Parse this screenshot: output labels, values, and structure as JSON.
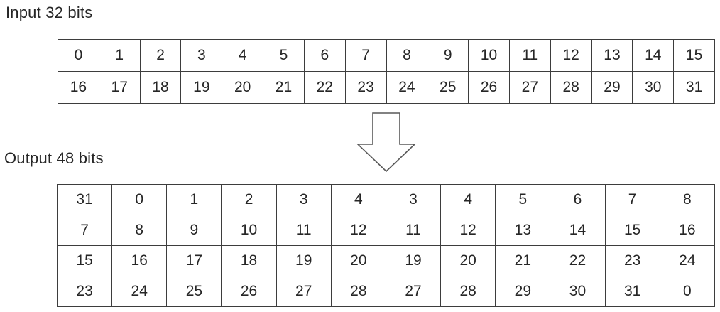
{
  "page": {
    "background_color": "#ffffff",
    "text_color": "#262626",
    "table_border_color": "#3d3d3d",
    "arrow_outline_color": "#595959",
    "arrow_fill_color": "#ffffff"
  },
  "input_section": {
    "title": "Input 32 bits",
    "table": {
      "columns": 16,
      "rows": [
        [
          0,
          1,
          2,
          3,
          4,
          5,
          6,
          7,
          8,
          9,
          10,
          11,
          12,
          13,
          14,
          15
        ],
        [
          16,
          17,
          18,
          19,
          20,
          21,
          22,
          23,
          24,
          25,
          26,
          27,
          28,
          29,
          30,
          31
        ]
      ]
    }
  },
  "arrow": {
    "direction": "down"
  },
  "output_section": {
    "title": "Output 48 bits",
    "table": {
      "columns": 12,
      "rows": [
        [
          31,
          0,
          1,
          2,
          3,
          4,
          3,
          4,
          5,
          6,
          7,
          8
        ],
        [
          7,
          8,
          9,
          10,
          11,
          12,
          11,
          12,
          13,
          14,
          15,
          16
        ],
        [
          15,
          16,
          17,
          18,
          19,
          20,
          19,
          20,
          21,
          22,
          23,
          24
        ],
        [
          23,
          24,
          25,
          26,
          27,
          28,
          27,
          28,
          29,
          30,
          31,
          0
        ]
      ]
    }
  }
}
